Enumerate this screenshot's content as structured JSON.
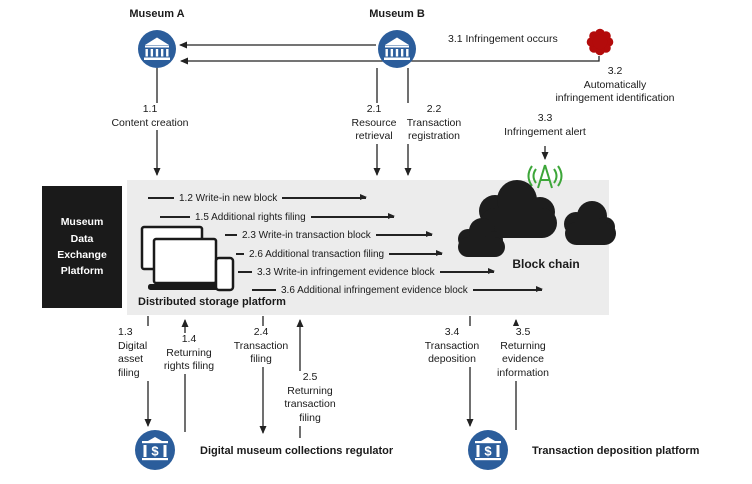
{
  "nodes": {
    "museum_a": "Museum A",
    "museum_b": "Museum B",
    "exchange_platform": "Museum\nData\nExchange\nPlatform",
    "storage_platform": "Distributed storage platform",
    "blockchain": "Block chain",
    "regulator": "Digital museum collections regulator",
    "deposition_platform": "Transaction deposition platform"
  },
  "flows": {
    "f11": "1.1\nContent creation",
    "f21": "2.1\nResource\nretrieval",
    "f22": "2.2\nTransaction\nregistration",
    "f31": "3.1 Infringement occurs",
    "f32": "3.2\nAutomatically\ninfringement identification",
    "f33_alert": "3.3\nInfringement alert",
    "f12": "1.2 Write-in new block",
    "f15": "1.5 Additional rights filing",
    "f23": "2.3 Write-in transaction block",
    "f26": "2.6 Additional transaction filing",
    "f33_write": "3.3 Write-in infringement evidence block",
    "f36": "3.6 Additional infringement evidence block",
    "f13": "1.3\nDigital\nasset\nfiling",
    "f14": "1.4\nReturning\nrights filing",
    "f24": "2.4\nTransaction\nfiling",
    "f25": "2.5\nReturning\ntransaction\nfiling",
    "f34": "3.4\nTransaction\ndeposition",
    "f35": "3.5\nReturning\nevidence\ninformation"
  },
  "icons": {
    "museum": "classical-building-icon",
    "bank_symbol": "$",
    "infringement": "red-gear-flower-icon",
    "alert_broadcast": "green-antenna-icon",
    "storage": "multi-device-icon",
    "blockchain": "cloud-cluster-icon"
  },
  "colors": {
    "node_blue": "#2b5d9b",
    "alert_red": "#b30b0b",
    "signal_green": "#3da639",
    "panel_gray": "#ececec",
    "ink_black": "#1a1a1a"
  }
}
